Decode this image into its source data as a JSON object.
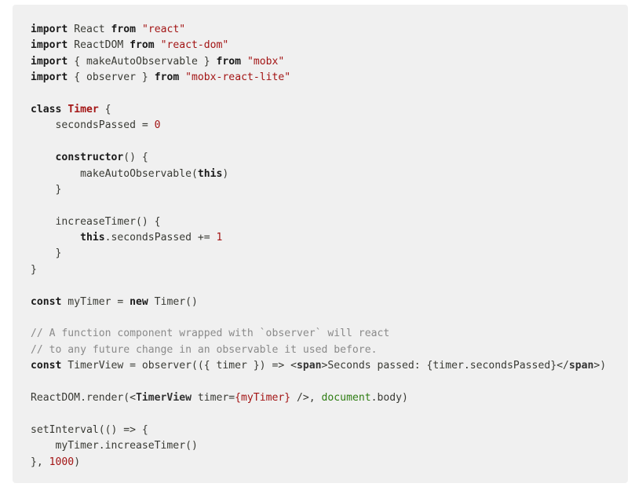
{
  "code_lines": [
    [
      {
        "t": "import",
        "c": "kw"
      },
      {
        "t": " React ",
        "c": "plain"
      },
      {
        "t": "from",
        "c": "kw"
      },
      {
        "t": " ",
        "c": "plain"
      },
      {
        "t": "\"react\"",
        "c": "str"
      }
    ],
    [
      {
        "t": "import",
        "c": "kw"
      },
      {
        "t": " ReactDOM ",
        "c": "plain"
      },
      {
        "t": "from",
        "c": "kw"
      },
      {
        "t": " ",
        "c": "plain"
      },
      {
        "t": "\"react-dom\"",
        "c": "str"
      }
    ],
    [
      {
        "t": "import",
        "c": "kw"
      },
      {
        "t": " { makeAutoObservable } ",
        "c": "plain"
      },
      {
        "t": "from",
        "c": "kw"
      },
      {
        "t": " ",
        "c": "plain"
      },
      {
        "t": "\"mobx\"",
        "c": "str"
      }
    ],
    [
      {
        "t": "import",
        "c": "kw"
      },
      {
        "t": " { observer } ",
        "c": "plain"
      },
      {
        "t": "from",
        "c": "kw"
      },
      {
        "t": " ",
        "c": "plain"
      },
      {
        "t": "\"mobx-react-lite\"",
        "c": "str"
      }
    ],
    [],
    [
      {
        "t": "class",
        "c": "kw"
      },
      {
        "t": " ",
        "c": "plain"
      },
      {
        "t": "Timer",
        "c": "cls"
      },
      {
        "t": " {",
        "c": "plain"
      }
    ],
    [
      {
        "t": "    secondsPassed = ",
        "c": "plain"
      },
      {
        "t": "0",
        "c": "num"
      }
    ],
    [],
    [
      {
        "t": "    ",
        "c": "plain"
      },
      {
        "t": "constructor",
        "c": "kw"
      },
      {
        "t": "() {",
        "c": "plain"
      }
    ],
    [
      {
        "t": "        makeAutoObservable(",
        "c": "plain"
      },
      {
        "t": "this",
        "c": "kw"
      },
      {
        "t": ")",
        "c": "plain"
      }
    ],
    [
      {
        "t": "    }",
        "c": "plain"
      }
    ],
    [],
    [
      {
        "t": "    increaseTimer() {",
        "c": "plain"
      }
    ],
    [
      {
        "t": "        ",
        "c": "plain"
      },
      {
        "t": "this",
        "c": "kw"
      },
      {
        "t": ".secondsPassed += ",
        "c": "plain"
      },
      {
        "t": "1",
        "c": "num"
      }
    ],
    [
      {
        "t": "    }",
        "c": "plain"
      }
    ],
    [
      {
        "t": "}",
        "c": "plain"
      }
    ],
    [],
    [
      {
        "t": "const",
        "c": "kw"
      },
      {
        "t": " myTimer = ",
        "c": "plain"
      },
      {
        "t": "new",
        "c": "kw"
      },
      {
        "t": " Timer()",
        "c": "plain"
      }
    ],
    [],
    [
      {
        "t": "// A function component wrapped with `observer` will react",
        "c": "com"
      }
    ],
    [
      {
        "t": "// to any future change in an observable it used before.",
        "c": "com"
      }
    ],
    [
      {
        "t": "const",
        "c": "kw"
      },
      {
        "t": " TimerView = observer(({ timer }) => <",
        "c": "plain"
      },
      {
        "t": "span",
        "c": "tag"
      },
      {
        "t": ">Seconds passed: {timer.secondsPassed}</",
        "c": "plain"
      },
      {
        "t": "span",
        "c": "tag"
      },
      {
        "t": ">)",
        "c": "plain"
      }
    ],
    [],
    [
      {
        "t": "ReactDOM.render(<",
        "c": "plain"
      },
      {
        "t": "TimerView",
        "c": "tag"
      },
      {
        "t": " timer=",
        "c": "plain"
      },
      {
        "t": "{myTimer}",
        "c": "str"
      },
      {
        "t": " />, ",
        "c": "plain"
      },
      {
        "t": "document",
        "c": "glob"
      },
      {
        "t": ".body)",
        "c": "plain"
      }
    ],
    [],
    [
      {
        "t": "setInterval(() => {",
        "c": "plain"
      }
    ],
    [
      {
        "t": "    myTimer.increaseTimer()",
        "c": "plain"
      }
    ],
    [
      {
        "t": "}, ",
        "c": "plain"
      },
      {
        "t": "1000",
        "c": "num"
      },
      {
        "t": ")",
        "c": "plain"
      }
    ]
  ]
}
